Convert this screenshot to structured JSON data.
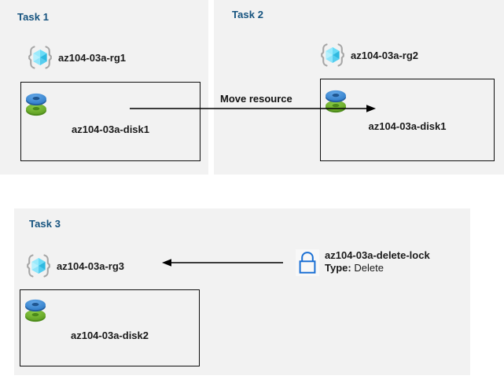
{
  "diagram": {
    "title_color": "#15537f",
    "panel_background": "#f2f2f2",
    "page_background": "#ffffff"
  },
  "panels": [
    {
      "id": "task1",
      "label": "Task 1",
      "resource_group": {
        "name": "az104-03a-rg1",
        "icon": "resource-group-icon"
      },
      "resource": {
        "name": "az104-03a-disk1",
        "icon": "managed-disk-icon"
      }
    },
    {
      "id": "task2",
      "label": "Task 2",
      "resource_group": {
        "name": "az104-03a-rg2",
        "icon": "resource-group-icon"
      },
      "resource": {
        "name": "az104-03a-disk1",
        "icon": "managed-disk-icon"
      }
    },
    {
      "id": "task3",
      "label": "Task 3",
      "resource_group": {
        "name": "az104-03a-rg3",
        "icon": "resource-group-icon"
      },
      "resource": {
        "name": "az104-03a-disk2",
        "icon": "managed-disk-icon"
      }
    }
  ],
  "connectors": {
    "move_resource": {
      "label": "Move resource",
      "direction": "left-to-right",
      "color": "#000000"
    },
    "lock_applies_to": {
      "label": "",
      "direction": "right-to-left",
      "color": "#000000"
    }
  },
  "lock": {
    "icon": "lock-icon",
    "icon_color": "#1a6fd4",
    "name": "az104-03a-delete-lock",
    "type_key": "Type:",
    "type_value": "Delete"
  },
  "icon_colors": {
    "resource_group_cube_light": "#8ee8fb",
    "resource_group_cube_mid": "#4fd6f5",
    "resource_group_cube_dark": "#32b4d8",
    "resource_group_bracket": "#a6a6a6",
    "disk_blue_top": "#3f8fdd",
    "disk_blue_dark": "#2b6fb5",
    "disk_green_top": "#76bb2e",
    "disk_green_dark": "#5d9a22"
  }
}
